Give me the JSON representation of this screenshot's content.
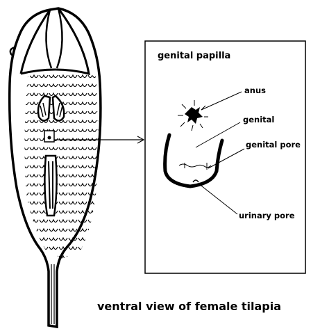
{
  "panel": {
    "title": "genital papilla",
    "labels": {
      "anus": "anus",
      "genital": "genital",
      "genital_pore": "genital pore",
      "urinary_pore": "urinary pore"
    }
  },
  "caption": "ventral view of female tilapia"
}
